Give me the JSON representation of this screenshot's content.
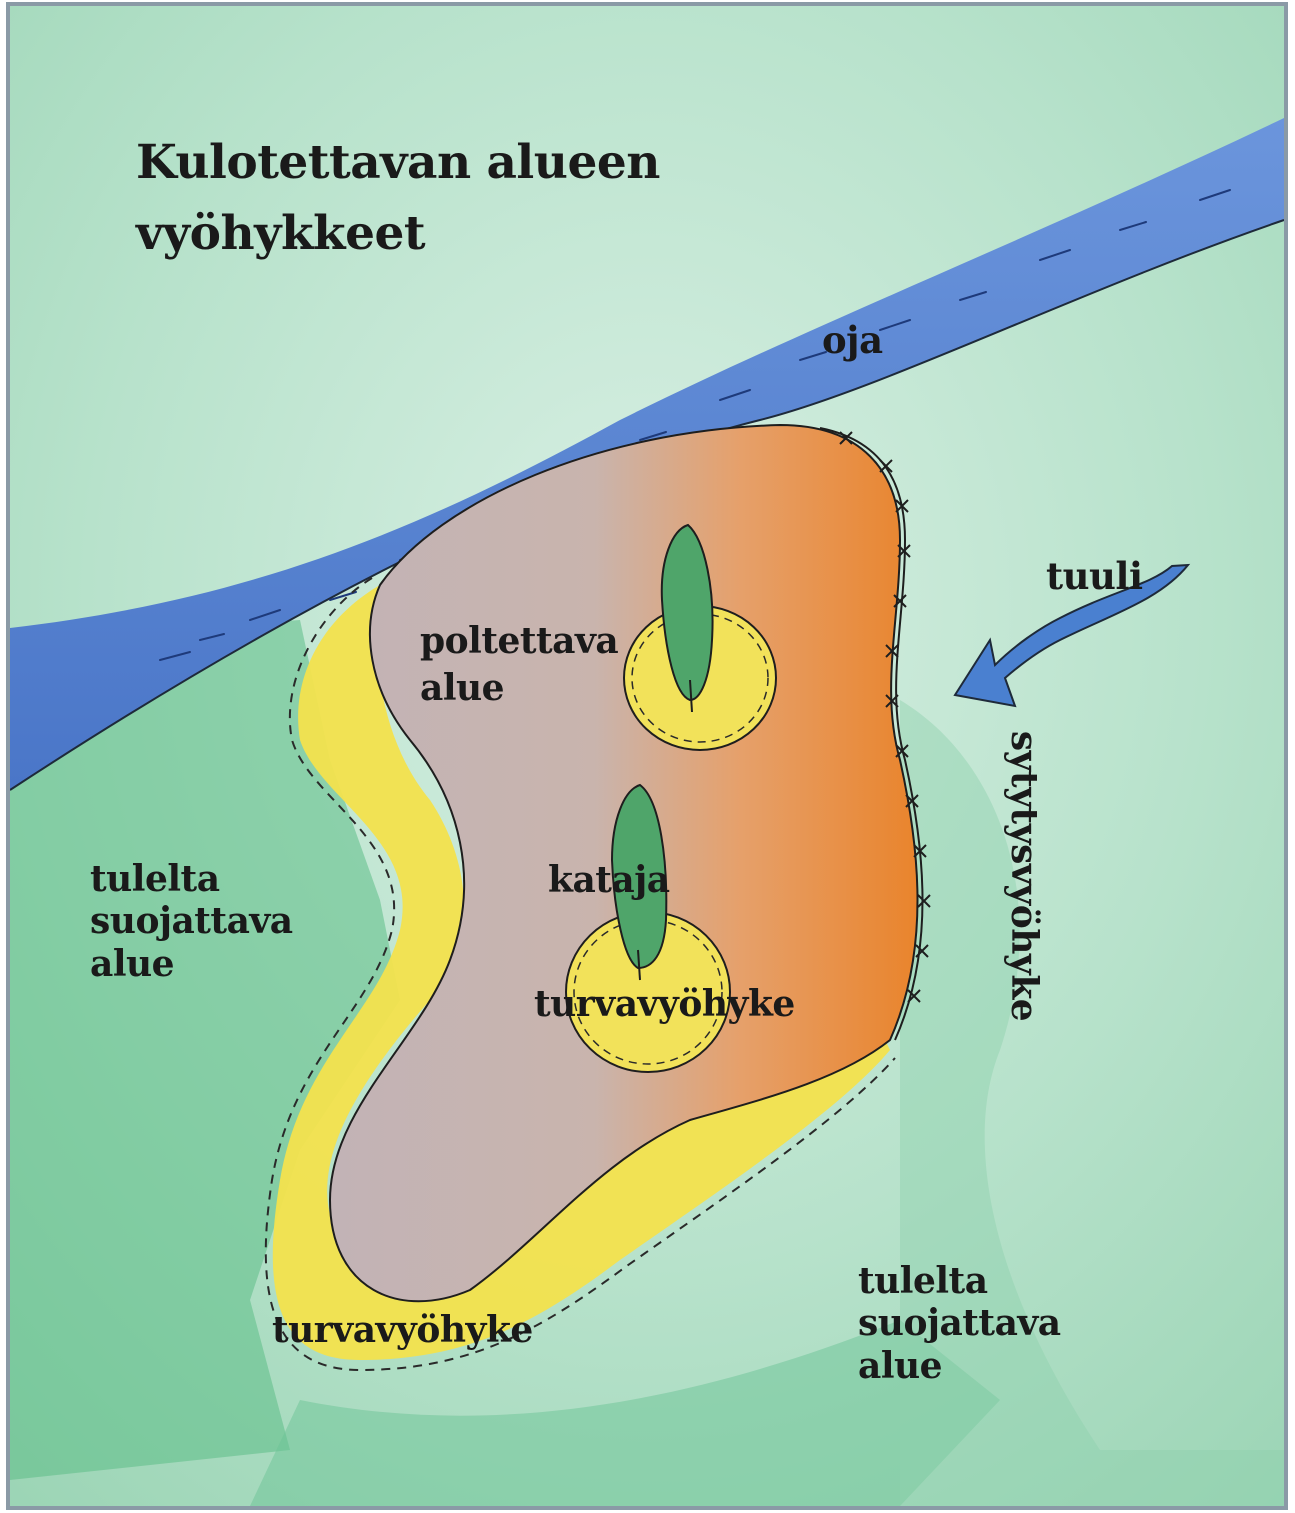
{
  "title_lines": [
    "Kulotettavan alueen",
    "vyöhykkeet"
  ],
  "labels": {
    "ditch": "oja",
    "wind": "tuuli",
    "burn_area_lines": [
      "poltettava",
      "alue"
    ],
    "juniper": "kataja",
    "inner_safety_zone": "turvavyöhyke",
    "outer_safety_zone": "turvavyöhyke",
    "ignition_zone": "sytytysvyöhyke",
    "protected_left_lines": [
      "tulelta",
      "suojattava",
      "alue"
    ],
    "protected_right_lines": [
      "tulelta",
      "suojattava",
      "alue"
    ]
  },
  "colors": {
    "background_green": "#a9dcc0",
    "dark_green": "#3aa86a",
    "ditch_blue": "#4f7fd0",
    "burn_area_grey": "#c8b7b3",
    "ignition_orange": "#e98a35",
    "safety_yellow": "#f2e04a",
    "juniper_green": "#4fa56a",
    "frame": "#8a9aa6"
  }
}
